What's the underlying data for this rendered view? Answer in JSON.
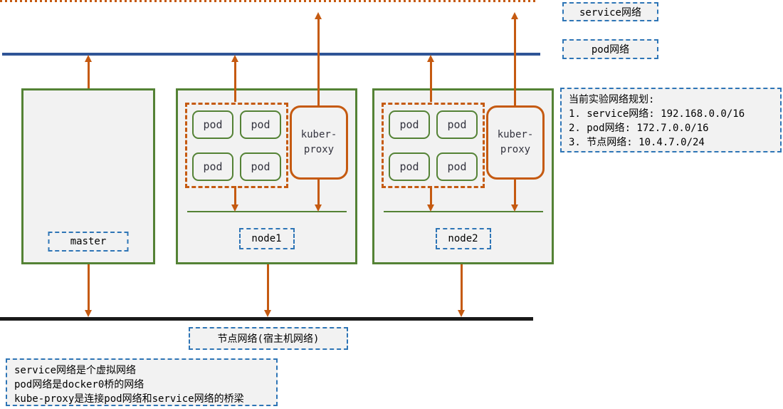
{
  "tags": {
    "service_network": "service网络",
    "pod_network": "pod网络",
    "host_network": "节点网络(宿主机网络)"
  },
  "nodes": {
    "master": {
      "label": "master"
    },
    "node1": {
      "label": "node1"
    },
    "node2": {
      "label": "node2"
    }
  },
  "pod_label": "pod",
  "kube_proxy": {
    "line1": "kuber-",
    "line2": "proxy"
  },
  "info_panel": {
    "title": "当前实验网络规划:",
    "items": [
      "1. service网络: 192.168.0.0/16",
      "2. pod网络: 172.7.0.0/16",
      "3. 节点网络: 10.4.7.0/24"
    ]
  },
  "legend": {
    "lines": [
      "service网络是个虚拟网络",
      "pod网络是docker0桥的网络",
      "kube-proxy是连接pod网络和service网络的桥梁"
    ]
  },
  "colors": {
    "orange": "#C55A11",
    "green": "#548235",
    "blue_line": "#2F5496",
    "dashed_blue": "#2E75B6",
    "box_bg": "#F2F2F2",
    "host_line": "#1A1A1A"
  }
}
